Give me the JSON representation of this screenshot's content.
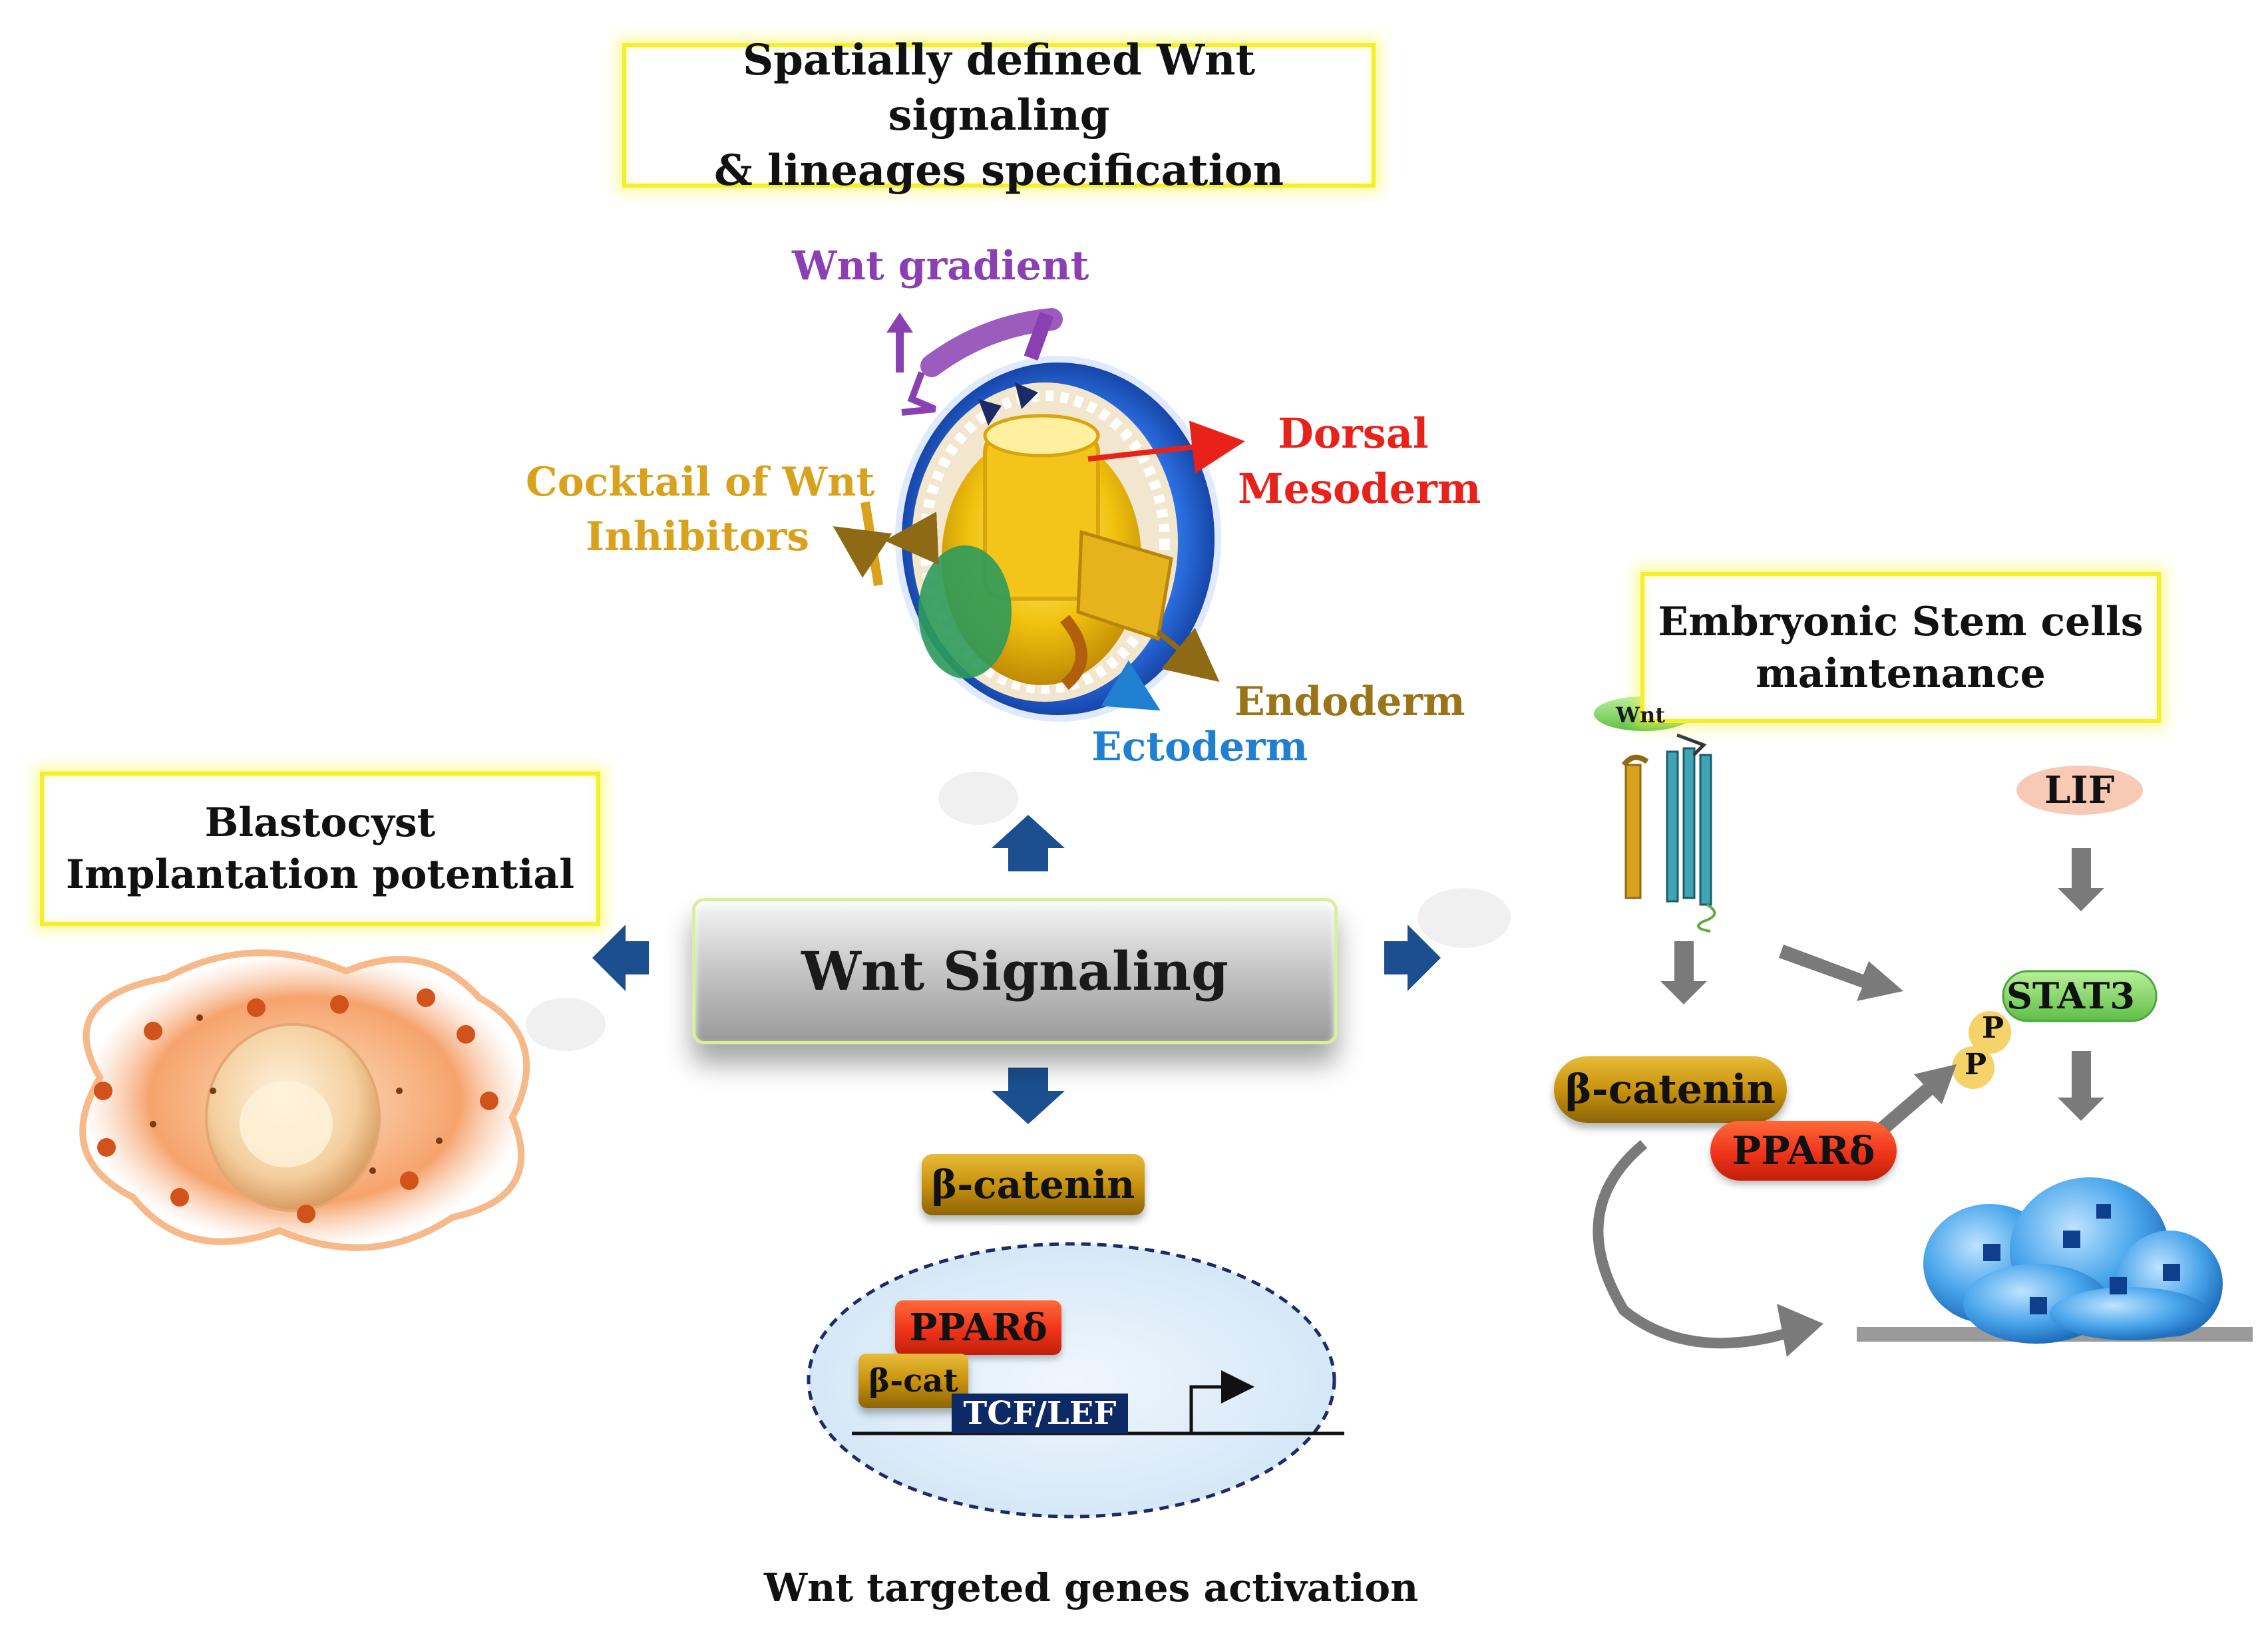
{
  "boxes": {
    "top_line1": "Spatially defined Wnt signaling",
    "top_line2": "& lineages specification",
    "left_line1": "Blastocyst",
    "left_line2": "Implantation potential",
    "right_line1": "Embryonic Stem cells",
    "right_line2": "maintenance"
  },
  "center": {
    "label": "Wnt Signaling"
  },
  "embryo_labels": {
    "wnt_gradient": "Wnt gradient",
    "dorsal_line1": "Dorsal",
    "dorsal_line2": "Mesoderm",
    "cocktail_line1": "Cocktail of Wnt",
    "cocktail_line2": "Inhibitors",
    "endoderm": "Endoderm",
    "ectoderm": "Ectoderm"
  },
  "nucleus": {
    "beta_catenin": "β-catenin",
    "ppar": "PPARδ",
    "beta_cat": "β-cat",
    "tcf_lef": "TCF/LEF",
    "caption": "Wnt targeted genes activation"
  },
  "esc": {
    "wnt": "Wnt",
    "lif": "LIF",
    "stat3": "STAT3",
    "p1": "P",
    "p2": "P",
    "beta_catenin": "β-catenin",
    "ppar": "PPARδ"
  },
  "colors": {
    "wnt_gradient": "#8a3fb3",
    "dorsal_mesoderm": "#e8221a",
    "cocktail": "#d9a21c",
    "endoderm": "#9a7418",
    "ectoderm": "#1f7fd1",
    "arrow_blue": "#1b4f8f",
    "arrow_gray": "#7a7a7a",
    "box_outline": "#f5ef2a"
  }
}
